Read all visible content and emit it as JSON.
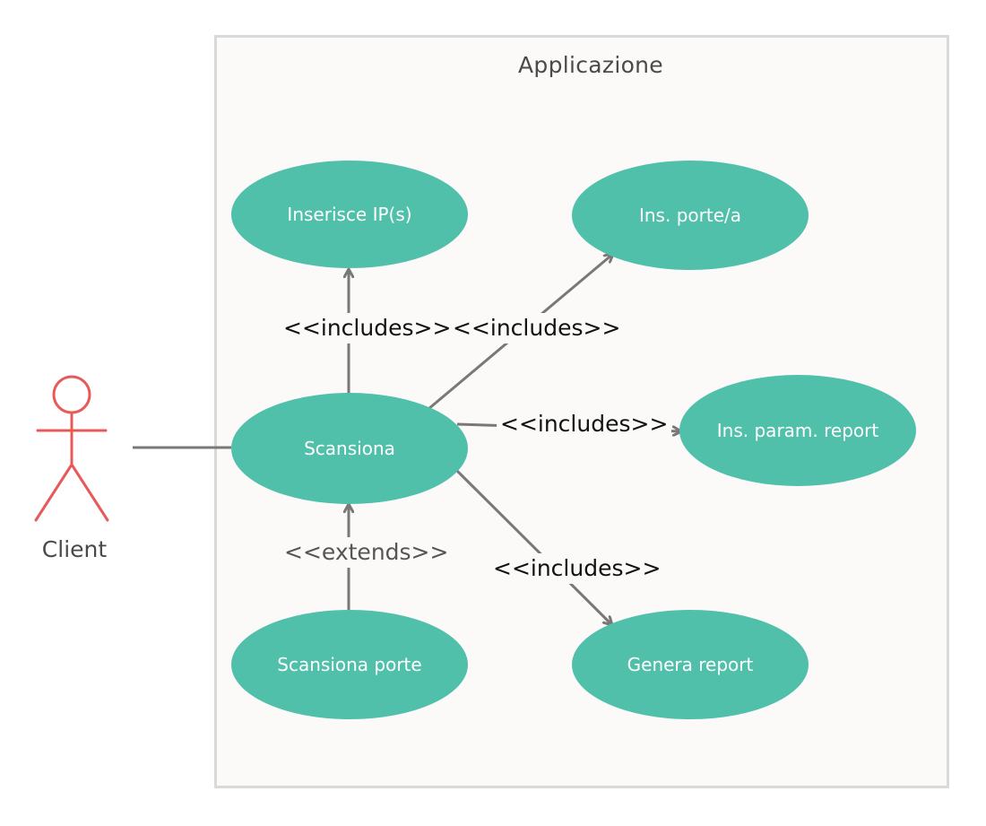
{
  "system": {
    "title": "Applicazione"
  },
  "actor": {
    "name": "Client",
    "color": "#e85a5a"
  },
  "use_cases": {
    "inserisce_ip": "Inserisce IP(s)",
    "ins_porte": "Ins. porte/a",
    "scansiona": "Scansiona",
    "ins_param_report": "Ins. param. report",
    "scansiona_porte": "Scansiona porte",
    "genera_report": "Genera report"
  },
  "relations": {
    "includes_ip": "<<includes>>",
    "includes_porte": "<<includes>>",
    "includes_param": "<<includes>>",
    "includes_report": "<<includes>>",
    "extends_porte": "<<extends>>"
  },
  "colors": {
    "use_case_fill": "#50c0aa",
    "connector": "#7a7877",
    "system_border": "#d9d9d9",
    "system_fill": "#fbfaf9"
  }
}
